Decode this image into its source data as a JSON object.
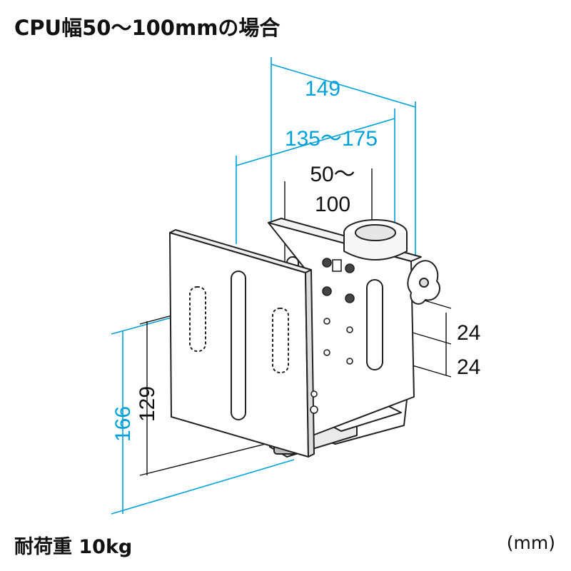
{
  "title": "CPU幅50〜100mmの場合",
  "load_capacity": "耐荷重 10kg",
  "unit": "(mm)",
  "colors": {
    "dimension_cyan": "#00a0d8",
    "dimension_black": "#111111",
    "outline": "#222222",
    "plate_fill": "#ffffff"
  },
  "dimensions": {
    "overall_width": "149",
    "adjustable_width": "135〜175",
    "cpu_width_line1": "50〜",
    "cpu_width_line2": "100",
    "hole_pitch_1": "24",
    "hole_pitch_2": "24",
    "overall_height": "166",
    "inner_height": "129"
  }
}
